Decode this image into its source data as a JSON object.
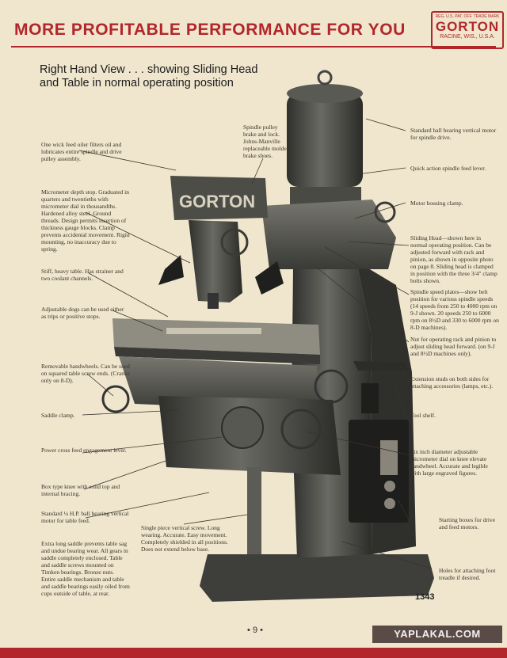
{
  "header": {
    "title": "MORE PROFITABLE PERFORMANCE FOR YOU",
    "logo_small": "REG. U.S. PAT. OFF. TRADE MARK",
    "logo_brand": "GORTON",
    "logo_location": "RACINE, WIS., U.S.A."
  },
  "view_title_line1": "Right Hand View . . . showing Sliding Head",
  "view_title_line2": "and Table in normal operating position",
  "machine_lettering": "GORTON",
  "annotations": {
    "wick_feed": "One wick feed oiler filters oil and lubricates entire spindle and drive pulley assembly.",
    "spindle_brake": "Spindle pulley brake and lock. Johns-Manville replaceable molded brake shoes.",
    "ball_bearing_motor": "Standard ball bearing vertical motor for spindle drive.",
    "quick_action": "Quick action spindle feed lever.",
    "micrometer_stop": "Micrometer depth stop. Graduated in quarters and twentieths with micrometer dial in thousandths. Hardened alloy steel. Ground threads. Design permits insertion of thickness gauge blocks. Clamp prevents accidental movement. Rigid mounting, no inaccuracy due to spring.",
    "motor_housing": "Motor housing clamp.",
    "sliding_head": "Sliding Head—shown here in normal operating position. Can be adjusted forward with rack and pinion, as shown in opposite photo on page 8. Sliding head is clamped in position with the three 3/4\" clamp bolts shown.",
    "stiff_table": "Stiff, heavy table. Has strainer and two coolant channels.",
    "speed_plates": "Spindle speed plates—show belt position for various spindle speeds (14 speeds from 250 to 4000 rpm on 9-J shown. 20 speeds 250 to 6000 rpm on 8½D and 330 to 6000 rpm on 8-D machines).",
    "adjustable_dogs": "Adjustable dogs can be used either as trips or positive stops.",
    "nut_rack": "Nut for operating rack and pinion to adjust sliding head forward. (on 9-J and 8½D machines only).",
    "removable_handwheels": "Removable handwheels. Can be used on squared table screw ends. (Cranks only on 8-D).",
    "extension_studs": "Extension studs on both sides for attaching accessories (lamps, etc.).",
    "saddle_clamp": "Saddle clamp.",
    "tool_shelf": "Tool shelf.",
    "power_cross_feed": "Power cross feed engagement lever.",
    "six_inch_dial": "Six inch diameter adjustable micrometer dial on knee elevate handwheel. Accurate and legible with large engraved figures.",
    "box_knee": "Box type knee with solid top and internal bracing.",
    "standard_motor": "Standard ¼ H.P. ball bearing vertical motor for table feed.",
    "starting_boxes": "Starting boxes for drive and feed motors.",
    "vertical_screw": "Single piece vertical screw. Long wearing. Accurate. Easy movement. Completely shielded in all positions. Does not extend below base.",
    "long_saddle": "Extra long saddle prevents table sag and undue bearing wear. All gears in saddle completely enclosed. Table and saddle screws mounted on Timken bearings. Bronze nuts. Entire saddle mechanism and table and saddle bearings easily oiled from cups outside of table, at rear.",
    "holes_treadle": "Holes for attaching foot treadle if desired."
  },
  "plate_number": "1343",
  "page_number": "• 9 •",
  "watermark": "YAPLAKAL.COM",
  "colors": {
    "accent": "#b2262b",
    "paper": "#efe6cd",
    "machine": "#4a4a46"
  }
}
